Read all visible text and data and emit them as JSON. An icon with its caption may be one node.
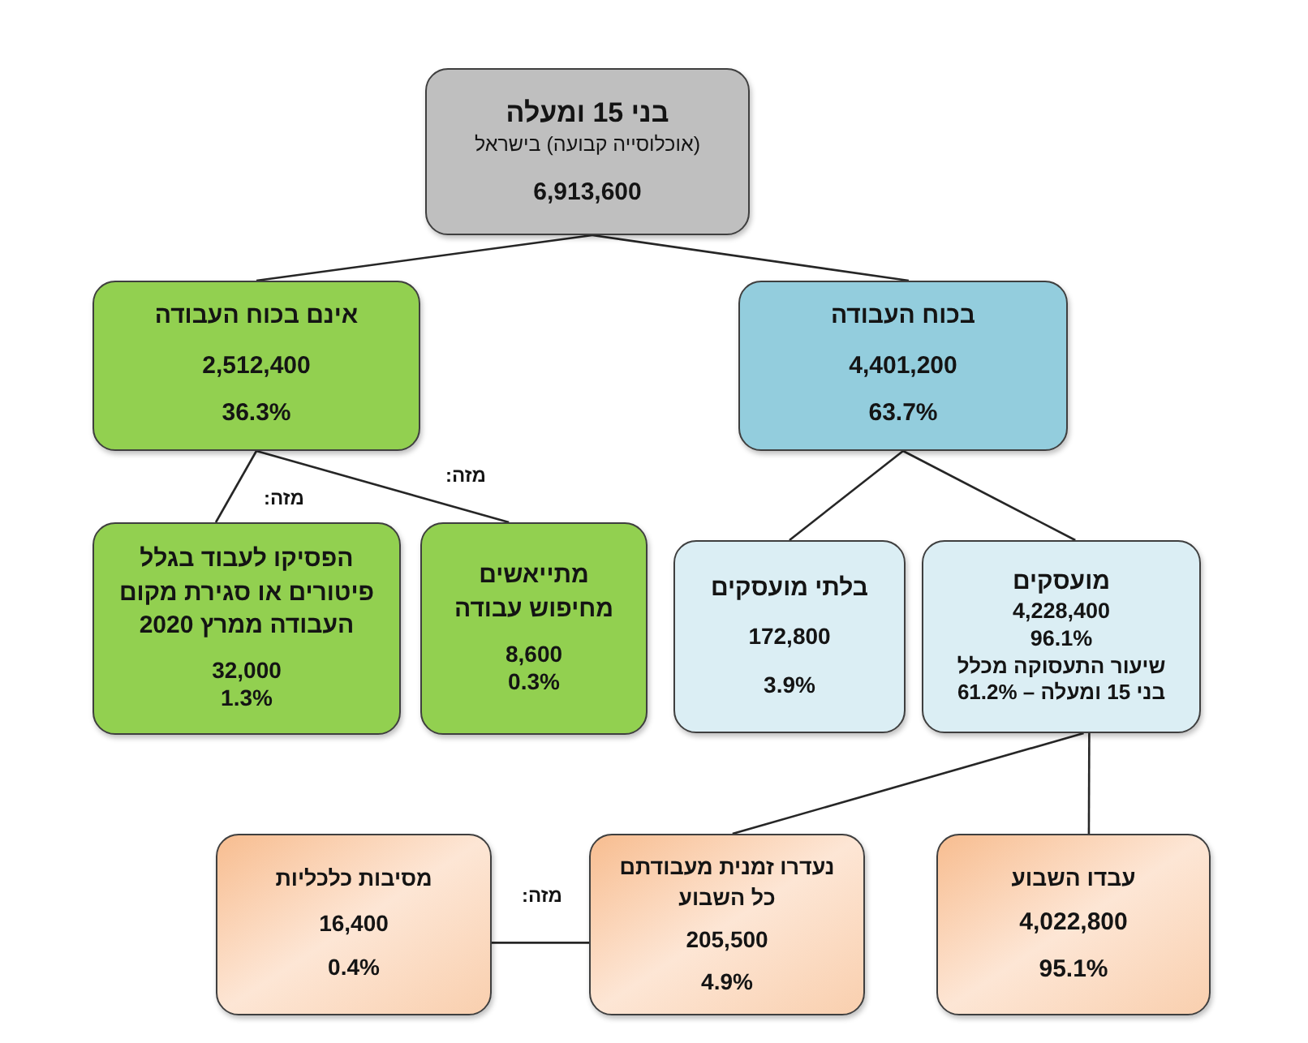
{
  "diagram": {
    "nodes": [
      {
        "text": [
          "בני 15 ומעלה",
          "(אוכלוסייה קבועה) בישראל",
          "6,913,600"
        ]
      },
      {
        "text": [
          "בכוח העבודה",
          "4,401,200",
          "63.7%"
        ]
      },
      {
        "text": [
          "אינם בכוח העבודה",
          "2,512,400",
          "36.3%"
        ]
      },
      {
        "text": [
          "מועסקים",
          "4,228,400",
          "96.1%",
          "שיעור התעסוקה מכלל בני 15 ומעלה – 61.2%"
        ]
      },
      {
        "text": [
          "בלתי מועסקים",
          "172,800",
          "3.9%"
        ]
      },
      {
        "text": [
          "מתייאשים מחיפוש עבודה",
          "8,600",
          "0.3%"
        ]
      },
      {
        "text": [
          "הפסיקו לעבוד בגלל פיטורים או סגירת מקום העבודה ממרץ 2020",
          "32,000",
          "1.3%"
        ]
      },
      {
        "text": [
          "עבדו השבוע",
          "4,022,800",
          "95.1%"
        ]
      },
      {
        "text": [
          "נעדרו זמנית מעבודתם כל השבוע",
          "205,500",
          "4.9%"
        ]
      },
      {
        "text": [
          "מסיבות כלכליות",
          "16,400",
          "0.4%"
        ]
      }
    ],
    "edges": [
      {
        "from": 0,
        "to": 1,
        "arrow": "none"
      },
      {
        "from": 0,
        "to": 2,
        "arrow": "none"
      },
      {
        "from": 1,
        "to": 3,
        "arrow": "none"
      },
      {
        "from": 1,
        "to": 4,
        "arrow": "none"
      },
      {
        "from": 2,
        "to": 5,
        "arrow": "none",
        "label": "מזה:"
      },
      {
        "from": 2,
        "to": 6,
        "arrow": "none",
        "label": "מזה:"
      },
      {
        "from": 3,
        "to": 7,
        "arrow": "none"
      },
      {
        "from": 3,
        "to": 8,
        "arrow": "none"
      },
      {
        "from": 8,
        "to": 9,
        "arrow": "none",
        "label": "מזה:"
      }
    ]
  }
}
